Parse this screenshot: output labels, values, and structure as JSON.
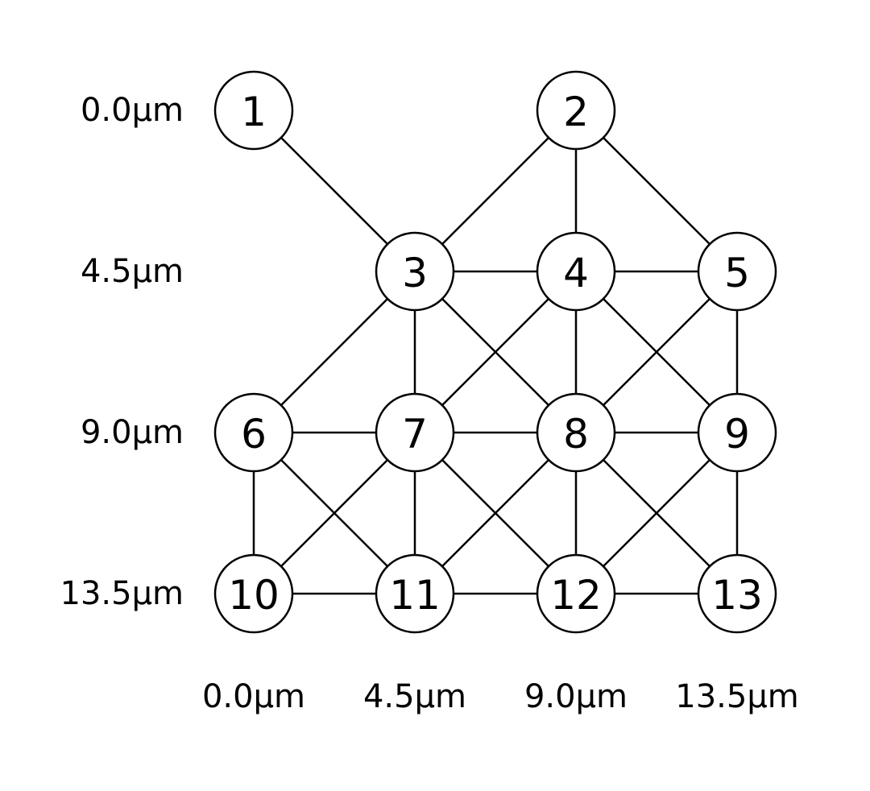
{
  "nodes": [
    {
      "id": "1",
      "row": 0,
      "col": 0
    },
    {
      "id": "2",
      "row": 0,
      "col": 2
    },
    {
      "id": "3",
      "row": 1,
      "col": 1
    },
    {
      "id": "4",
      "row": 1,
      "col": 2
    },
    {
      "id": "5",
      "row": 1,
      "col": 3
    },
    {
      "id": "6",
      "row": 2,
      "col": 0
    },
    {
      "id": "7",
      "row": 2,
      "col": 1
    },
    {
      "id": "8",
      "row": 2,
      "col": 2
    },
    {
      "id": "9",
      "row": 2,
      "col": 3
    },
    {
      "id": "10",
      "row": 3,
      "col": 0
    },
    {
      "id": "11",
      "row": 3,
      "col": 1
    },
    {
      "id": "12",
      "row": 3,
      "col": 2
    },
    {
      "id": "13",
      "row": 3,
      "col": 3
    }
  ],
  "edges": [
    [
      "1",
      "3"
    ],
    [
      "2",
      "3"
    ],
    [
      "2",
      "4"
    ],
    [
      "2",
      "5"
    ],
    [
      "3",
      "4"
    ],
    [
      "4",
      "5"
    ],
    [
      "3",
      "6"
    ],
    [
      "3",
      "7"
    ],
    [
      "3",
      "8"
    ],
    [
      "4",
      "7"
    ],
    [
      "4",
      "8"
    ],
    [
      "4",
      "9"
    ],
    [
      "5",
      "8"
    ],
    [
      "5",
      "9"
    ],
    [
      "6",
      "7"
    ],
    [
      "7",
      "8"
    ],
    [
      "8",
      "9"
    ],
    [
      "6",
      "10"
    ],
    [
      "6",
      "11"
    ],
    [
      "7",
      "10"
    ],
    [
      "7",
      "11"
    ],
    [
      "7",
      "12"
    ],
    [
      "8",
      "11"
    ],
    [
      "8",
      "12"
    ],
    [
      "8",
      "13"
    ],
    [
      "9",
      "12"
    ],
    [
      "9",
      "13"
    ],
    [
      "10",
      "11"
    ],
    [
      "11",
      "12"
    ],
    [
      "12",
      "13"
    ]
  ],
  "row_labels": [
    "0.0µm",
    "4.5µm",
    "9.0µm",
    "13.5µm"
  ],
  "col_labels": [
    "0.0µm",
    "4.5µm",
    "9.0µm",
    "13.5µm"
  ]
}
